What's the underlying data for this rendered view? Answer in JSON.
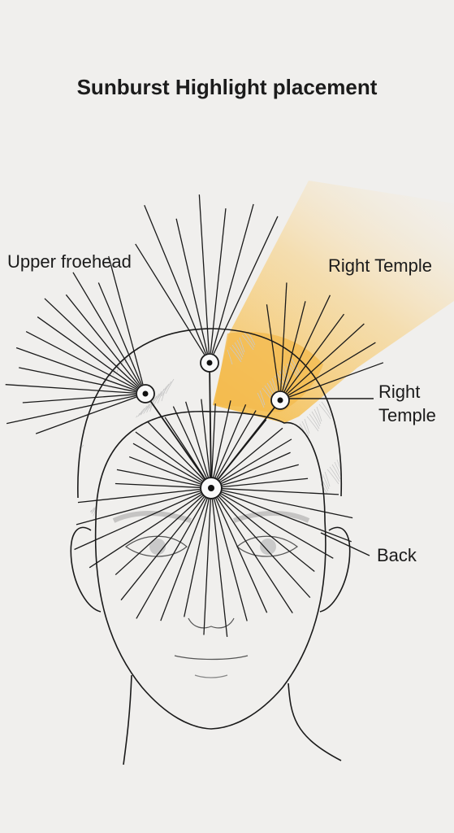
{
  "title": "Sunburst Highlight placement",
  "labels": {
    "upper_forehead": "Upper froehead",
    "right_temple_top": "Right Temple",
    "right_temple_side_line1": "Right",
    "right_temple_side_line2": "Temple",
    "back": "Back"
  },
  "colors": {
    "background": "#f0efed",
    "line": "#1a1a1a",
    "highlight": "#f5c45a",
    "hair_texture": "#c8c8c8"
  }
}
